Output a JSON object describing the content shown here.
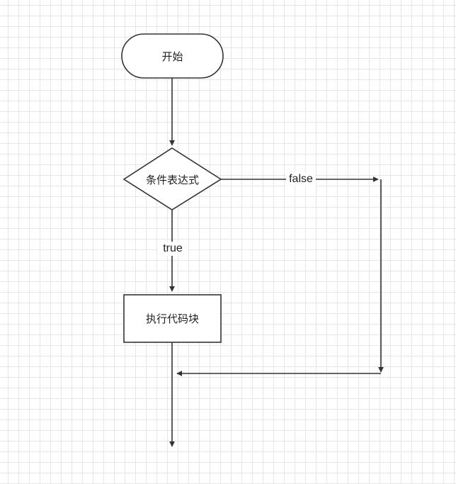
{
  "diagram": {
    "nodes": {
      "start": {
        "label": "开始",
        "shape": "terminator"
      },
      "condition": {
        "label": "条件表达式",
        "shape": "decision"
      },
      "process": {
        "label": "执行代码块",
        "shape": "process"
      }
    },
    "edges": {
      "true_branch": {
        "label": "true"
      },
      "false_branch": {
        "label": "false"
      }
    },
    "colors": {
      "stroke": "#333333",
      "grid": "#e6e6e6",
      "background": "#ffffff",
      "text": "#1f1f1f"
    }
  }
}
